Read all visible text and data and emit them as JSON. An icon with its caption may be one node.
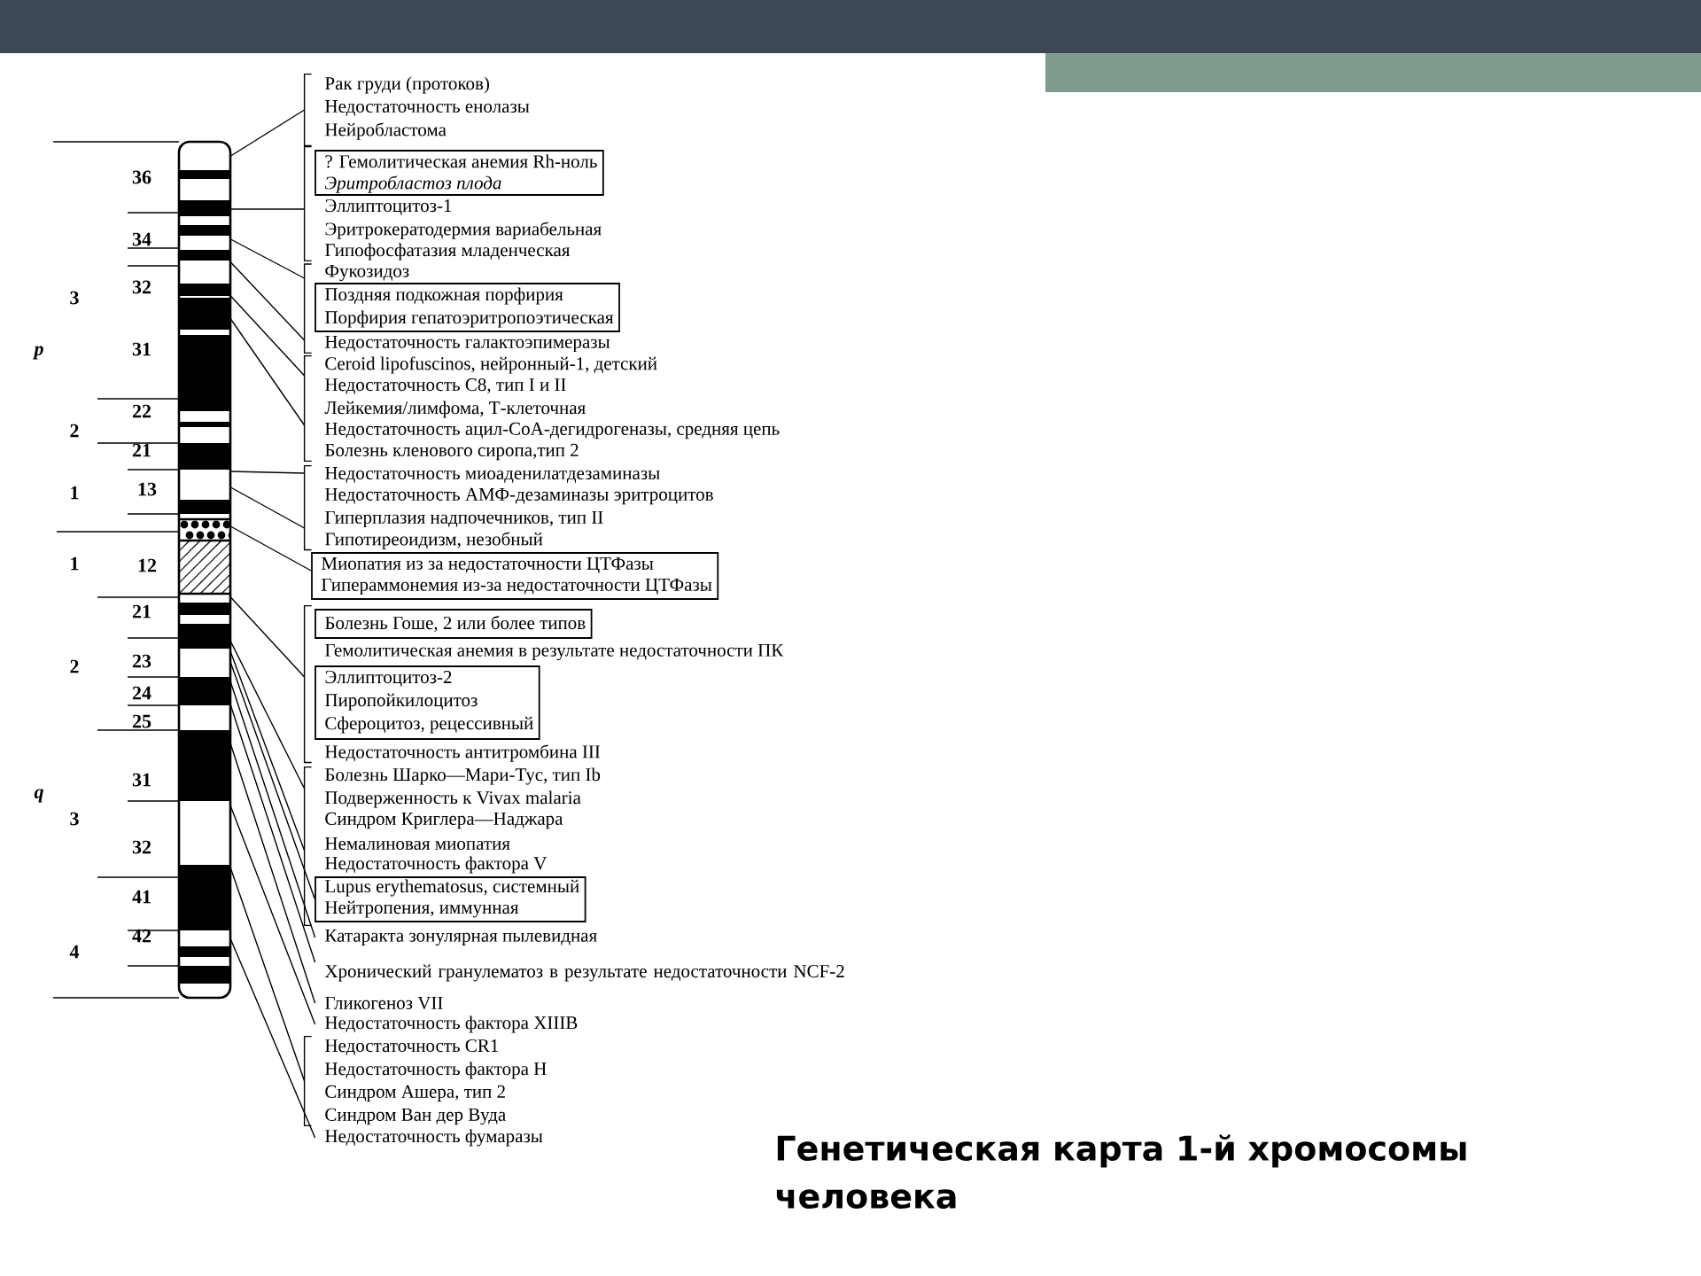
{
  "diagram": {
    "title": "Генетическая карта 1-й хромосомы человека",
    "nodes": [
      {
        "text": [
          "Рак груди (протоков)",
          "Недостаточность енолазы",
          "Нейробластома"
        ]
      },
      {
        "text": [
          "Эллиптоцитоз-1",
          "Эритрокератодермия вариабельная",
          "Гипофосфатазия младенческая"
        ]
      },
      {
        "text": [
          "? Гемолитическая анемия Rh-ноль",
          "Эритробластоз плода"
        ],
        "in": 1
      },
      {
        "text": [
          "Фукозидоз",
          "Недостаточность галактоэпимеразы"
        ]
      },
      {
        "text": [
          "Поздняя подкожная порфирия",
          "Порфирия гепатоэритропоэтическая"
        ],
        "in": 3
      },
      {
        "text": [
          "Ceroid lipofuscinos, нейронный-1, детский",
          "Недостаточность C8, тип I и II",
          "Лейкемия/лимфома, Т-клеточная",
          "Недостаточность ацил-CoA-дегидрогеназы, средняя цепь",
          "Болезнь кленового сиропа,тип 2"
        ]
      },
      {
        "text": [
          "Недостаточность миоаденилатдезаминазы",
          "Недостаточность АМФ-дезаминазы эритроцитов",
          "Гиперплазия надпочечников, тип II",
          "Гипотиреоидизм, незобный"
        ]
      },
      {
        "text": [
          "Миопатия из за недостаточности ЦТФазы",
          "Гипераммонемия из-за недостаточности ЦТФазы"
        ]
      },
      {
        "text": [
          "Гемолитическая анемия в результате недостаточности ПК",
          "Недостаточность антитромбина III"
        ]
      },
      {
        "text": [
          "Болезнь Гоше, 2 или более типов"
        ],
        "in": 8
      },
      {
        "text": [
          "Эллиптоцитоз-2",
          "Пиропойкилоцитоз",
          "Сфероцитоз, рецессивный"
        ],
        "in": 8
      },
      {
        "text": [
          "Болезнь Шарко—Мари-Тус, тип Ib",
          "Подверженность к Vivax malaria",
          "Синдром Криглера—Наджара",
          "Немалиновая миопатия",
          "Недостаточность фактора V"
        ]
      },
      {
        "text": [
          "Lupus erythematosus, системный",
          "Нейтропения, иммунная"
        ],
        "in": 11
      },
      {
        "text": [
          "Катаракта зонулярная пылевидная"
        ]
      },
      {
        "text": [
          "Хронический гранулематоз в результате недостаточности NCF-2"
        ]
      },
      {
        "text": [
          "Гликогеноз VII"
        ]
      },
      {
        "text": [
          "Недостаточность фактора XIIIB"
        ]
      },
      {
        "text": [
          "Недостаточность CR1",
          "Недостаточность фактора H",
          "Синдром Ашера, тип 2",
          "Синдром Ван дер Вуда"
        ]
      },
      {
        "text": [
          "Недостаточность фумаразы"
        ]
      },
      {
        "text": [],
        "shape": "bar"
      }
    ],
    "edges": [
      {
        "from": 0,
        "to": 19,
        "arrow": "none"
      },
      {
        "from": 1,
        "to": 19,
        "arrow": "none"
      },
      {
        "from": 3,
        "to": 19,
        "arrow": "none"
      },
      {
        "from": 3,
        "to": 19,
        "arrow": "none"
      },
      {
        "from": 5,
        "to": 19,
        "arrow": "none"
      },
      {
        "from": 5,
        "to": 19,
        "arrow": "none"
      },
      {
        "from": 6,
        "to": 19,
        "arrow": "none"
      },
      {
        "from": 6,
        "to": 19,
        "arrow": "none"
      },
      {
        "from": 7,
        "to": 19,
        "arrow": "none"
      },
      {
        "from": 8,
        "to": 19,
        "arrow": "none"
      },
      {
        "from": 11,
        "to": 19,
        "arrow": "none"
      },
      {
        "from": 11,
        "to": 19,
        "arrow": "none"
      },
      {
        "from": 12,
        "to": 19,
        "arrow": "none"
      },
      {
        "from": 13,
        "to": 19,
        "arrow": "none"
      },
      {
        "from": 14,
        "to": 19,
        "arrow": "none"
      },
      {
        "from": 15,
        "to": 19,
        "arrow": "none"
      },
      {
        "from": 16,
        "to": 19,
        "arrow": "none"
      },
      {
        "from": 17,
        "to": 19,
        "arrow": "none"
      },
      {
        "from": 18,
        "to": 19,
        "arrow": "none"
      }
    ],
    "labels": [
      "36",
      "34",
      "32",
      "3",
      "p",
      "31",
      "22",
      "2",
      "21",
      "1",
      "13",
      "1",
      "12",
      "21",
      "2",
      "23",
      "24",
      "25",
      "q",
      "31",
      "3",
      "32",
      "41",
      "4",
      "42"
    ]
  }
}
